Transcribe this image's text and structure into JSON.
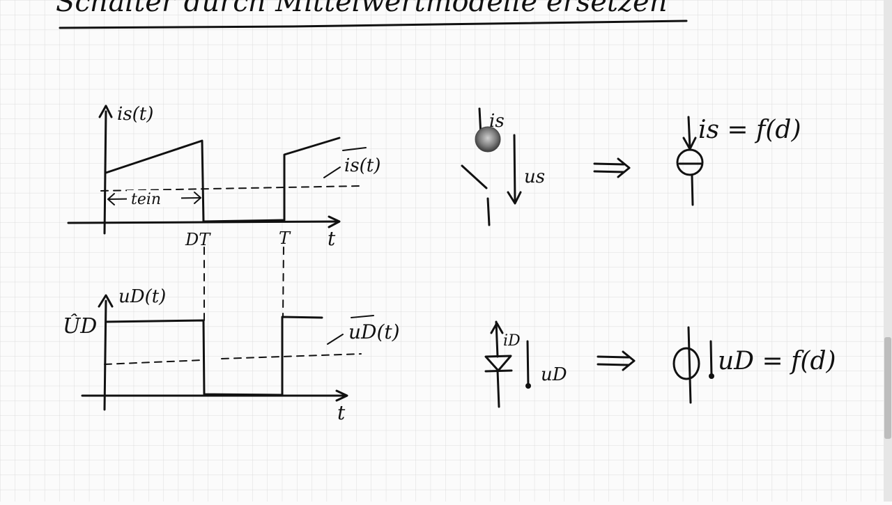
{
  "page": {
    "title": "Schalter durch Mittelwertmodelle ersetzen",
    "background": "#fbfbfb",
    "grid_color": "#dcdcdc",
    "ink_color": "#111111"
  },
  "plot_current": {
    "y_axis_label": "is(t)",
    "x_axis_label": "t",
    "tick_dt": "DT",
    "tick_t": "T",
    "ton_label": "tein",
    "avg_label": "is(t)"
  },
  "plot_voltage": {
    "y_axis_label": "uD(t)",
    "peak_label": "ÛD",
    "x_axis_label": "t",
    "avg_label": "uD(t)"
  },
  "switch_model": {
    "current_label": "is",
    "voltage_label": "us",
    "result_label": "is = f(d)"
  },
  "diode_model": {
    "current_label": "iD",
    "voltage_label": "uD",
    "result_label": "uD = f(d)"
  },
  "pointer": {
    "icon": "pointer-icon"
  },
  "scrollbar": {
    "icon": "scrollbar-thumb"
  }
}
